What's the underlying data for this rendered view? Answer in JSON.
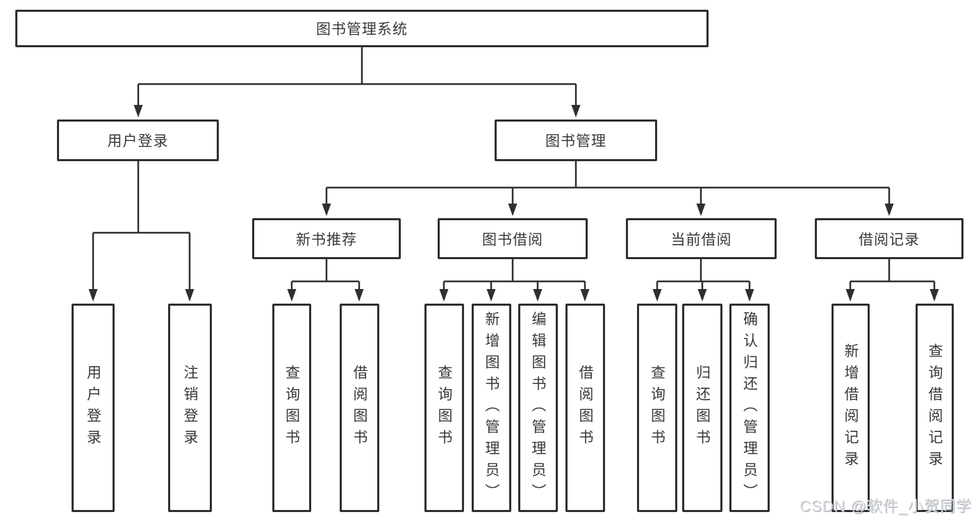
{
  "diagram": {
    "title": "图书管理系统",
    "root": {
      "label": "图书管理系统"
    },
    "branches": [
      {
        "label": "用户登录",
        "children": [
          {
            "label": "用户登录"
          },
          {
            "label": "注销登录"
          }
        ]
      },
      {
        "label": "图书管理",
        "children": [
          {
            "label": "新书推荐",
            "children": [
              {
                "label": "查询图书"
              },
              {
                "label": "借阅图书"
              }
            ]
          },
          {
            "label": "图书借阅",
            "children": [
              {
                "label": "查询图书"
              },
              {
                "label": "新增图书（管理员）"
              },
              {
                "label": "编辑图书（管理员）"
              },
              {
                "label": "借阅图书"
              }
            ]
          },
          {
            "label": "当前借阅",
            "children": [
              {
                "label": "查询图书"
              },
              {
                "label": "归还图书"
              },
              {
                "label": "确认归还（管理员）"
              }
            ]
          },
          {
            "label": "借阅记录",
            "children": [
              {
                "label": "新增借阅记录"
              },
              {
                "label": "查询借阅记录"
              }
            ]
          }
        ]
      }
    ]
  },
  "watermark": {
    "text": "CSDN @软件_小贺同学"
  },
  "colors": {
    "line": "#2d2f31",
    "text": "#36383b",
    "background": "#ffffff",
    "watermark": "#dadde1"
  }
}
